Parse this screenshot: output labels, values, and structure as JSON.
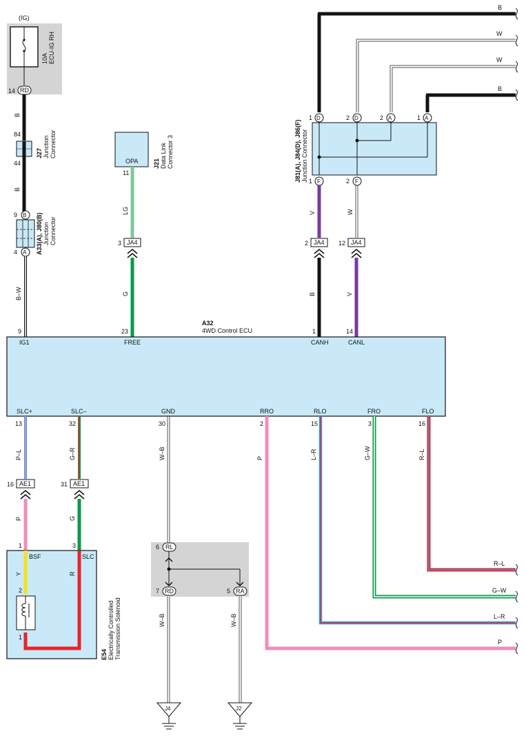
{
  "colors": {
    "B": "#141414",
    "W": "#ffffff",
    "LG": "#7fc79a",
    "G": "#0a9a4a",
    "V": "#7a3aa0",
    "P": "#f28cbf",
    "L": "#3aa0e0",
    "R": "#e8242a",
    "Y": "#f5e21a",
    "box_fill": "#c9e9f8",
    "grey_fill": "#d4d4d4"
  },
  "fuse": {
    "source": "(IG)",
    "rating": "10A",
    "name": "ECU-IG RH"
  },
  "connectors": {
    "rd_top": {
      "code": "RD",
      "pin": "14"
    },
    "j27": {
      "id": "J27",
      "desc_line1": "Junction",
      "desc_line2": "Connector",
      "pin_top": "84",
      "pin_bottom": "44"
    },
    "j33": {
      "id": "A33(A), J80(B)",
      "desc_line1": "Junction",
      "desc_line2": "Connector",
      "pin_top": "9",
      "code_top": "B",
      "pin_bottom": "4",
      "code_bottom": "A"
    },
    "j21": {
      "id": "J21",
      "desc_line1": "Data Link",
      "desc_line2": "Connector 3",
      "terminal": "OPA",
      "pin": "11"
    },
    "ja4_free": {
      "code": "JA4",
      "pin": "3"
    },
    "ja4_canh": {
      "code": "JA4",
      "pin": "2"
    },
    "ja4_canl": {
      "code": "JA4",
      "pin": "12"
    },
    "j81": {
      "id": "J81(A), J84(D), J86(F)",
      "desc": "Junction Connector",
      "top_pins": [
        {
          "pin": "1",
          "code": "D"
        },
        {
          "pin": "2",
          "code": "D"
        },
        {
          "pin": "2",
          "code": "A"
        },
        {
          "pin": "1",
          "code": "A"
        }
      ],
      "bottom_pins": [
        {
          "pin": "1",
          "code": "F"
        },
        {
          "pin": "2",
          "code": "F"
        }
      ]
    },
    "ae1_left": {
      "code": "AE1",
      "pin": "16"
    },
    "ae1_right": {
      "code": "AE1",
      "pin": "31"
    },
    "rl": {
      "code": "RL",
      "pin": "6"
    },
    "rd_bottom": {
      "code": "RD",
      "pin": "7"
    },
    "ra": {
      "code": "RA",
      "pin": "5"
    }
  },
  "ecu": {
    "id": "A32",
    "name": "4WD Control ECU",
    "top_terminals": [
      {
        "name": "IG1",
        "pin": "9"
      },
      {
        "name": "FREE",
        "pin": "23"
      },
      {
        "name": "CANH",
        "pin": "1"
      },
      {
        "name": "CANL",
        "pin": "14"
      }
    ],
    "bottom_terminals": [
      {
        "name": "SLC+",
        "pin": "13"
      },
      {
        "name": "SLC–",
        "pin": "32"
      },
      {
        "name": "GND",
        "pin": "30"
      },
      {
        "name": "RRO",
        "pin": "2"
      },
      {
        "name": "RLO",
        "pin": "15"
      },
      {
        "name": "FRO",
        "pin": "3"
      },
      {
        "name": "FLO",
        "pin": "16"
      }
    ]
  },
  "solenoid": {
    "id": "E54",
    "desc_line1": "Electrically Controlled",
    "desc_line2": "Transmission Solenoid",
    "term_left": "BSF",
    "term_right": "SLC",
    "pin_top_left": "1",
    "pin_top_right": "3",
    "pin_mid": "2",
    "pin_bottom": "1"
  },
  "wire_labels": {
    "w_b_top": "B",
    "w_b_mid": "B",
    "w_bw": "B–W",
    "w_lg": "LG",
    "w_g": "G",
    "w_v": "V",
    "w_w": "W",
    "w_canh": "B",
    "w_canl": "V",
    "w_pl": "P–L",
    "w_gr": "G–R",
    "w_p": "P",
    "w_g2": "G",
    "w_y": "Y",
    "w_r": "R",
    "w_wb": "W–B",
    "w_rrop": "P",
    "w_rlo": "L–R",
    "w_fro": "G–W",
    "w_flo": "R–L",
    "w_wb2": "W–B",
    "w_wb3": "W–B"
  },
  "right_edge_labels": {
    "top": [
      "B",
      "W",
      "W",
      "B"
    ],
    "bottom": [
      "R–L",
      "G–W",
      "L–R",
      "P"
    ]
  },
  "grounds": {
    "left": "J4",
    "right": "J2"
  }
}
